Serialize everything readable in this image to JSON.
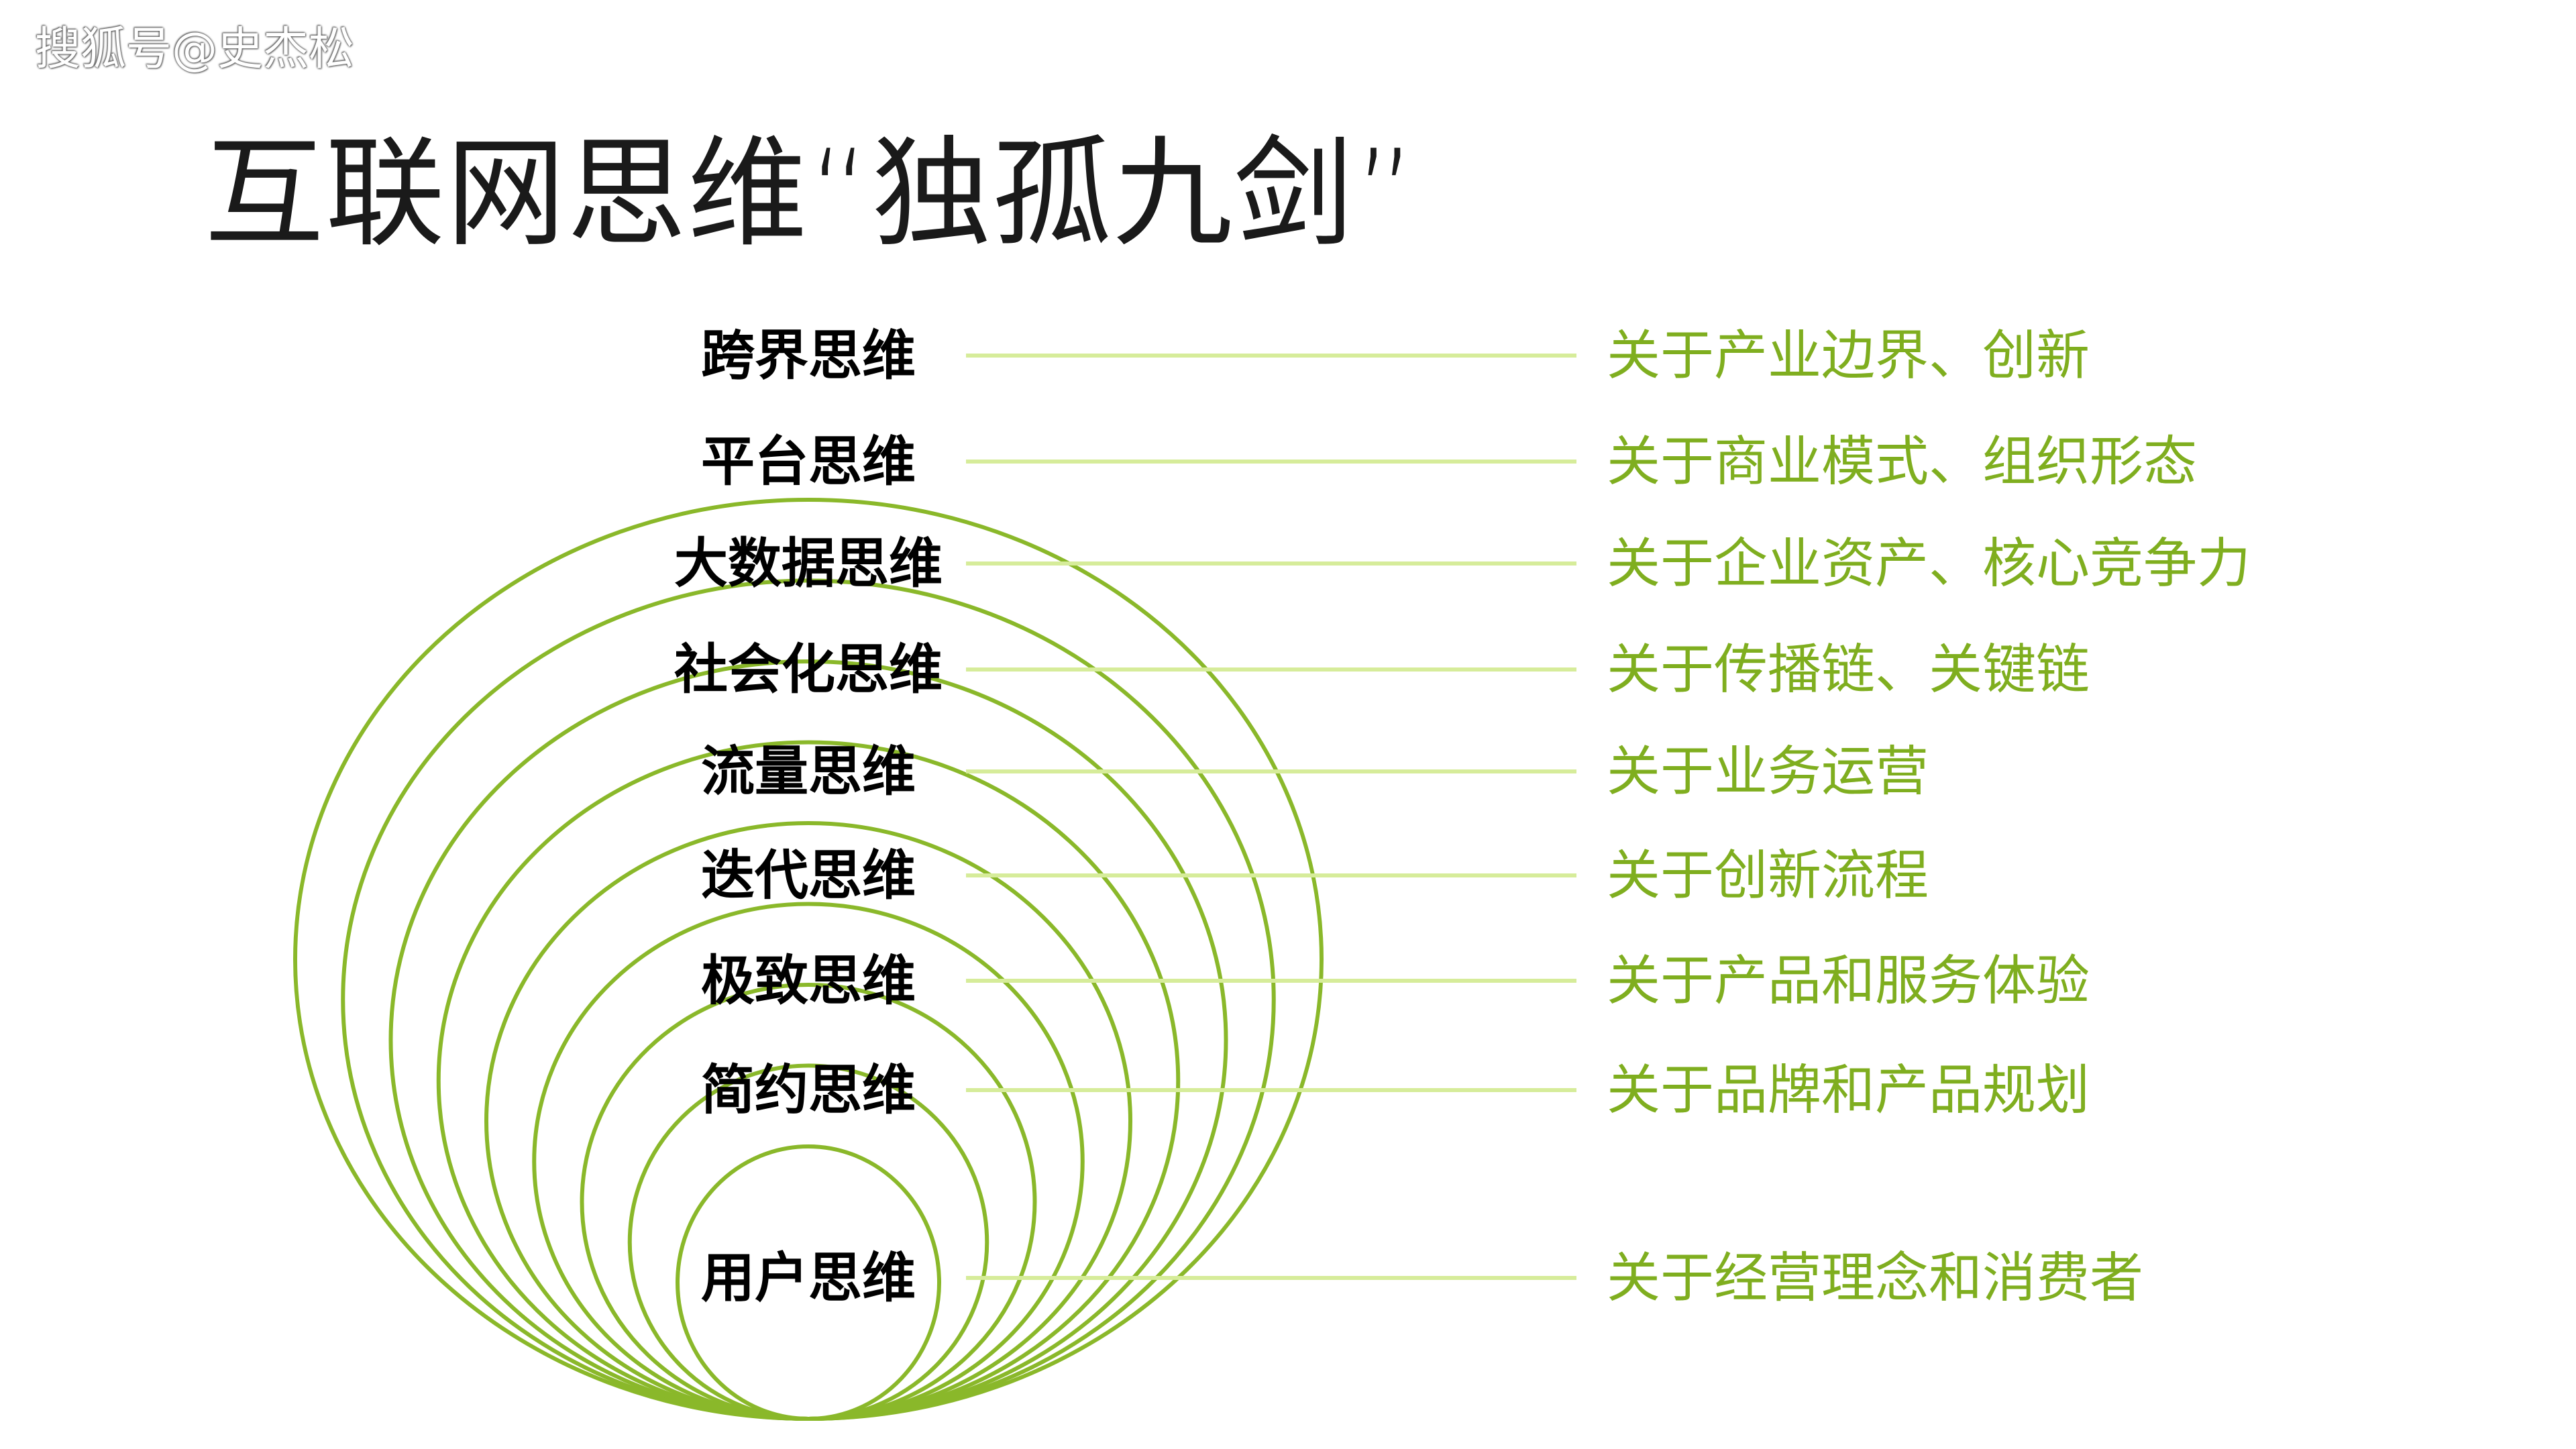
{
  "watermark": "搜狐号@史杰松",
  "title": "互联网思维“独孤九剑”",
  "colors": {
    "ring": "#8ab82a",
    "connector": "#d6ec9a",
    "description": "#7fae1f",
    "label": "#000000"
  },
  "layers": [
    {
      "name": "跨界思维",
      "description": "关于产业边界、创新"
    },
    {
      "name": "平台思维",
      "description": "关于商业模式、组织形态"
    },
    {
      "name": "大数据思维",
      "description": "关于企业资产、核心竞争力"
    },
    {
      "name": "社会化思维",
      "description": "关于传播链、关键链"
    },
    {
      "name": "流量思维",
      "description": "关于业务运营"
    },
    {
      "name": "迭代思维",
      "description": "关于创新流程"
    },
    {
      "name": "极致思维",
      "description": "关于产品和服务体验"
    },
    {
      "name": "简约思维",
      "description": "关于品牌和产品规划"
    },
    {
      "name": "用户思维",
      "description": "关于经营理念和消费者"
    }
  ]
}
